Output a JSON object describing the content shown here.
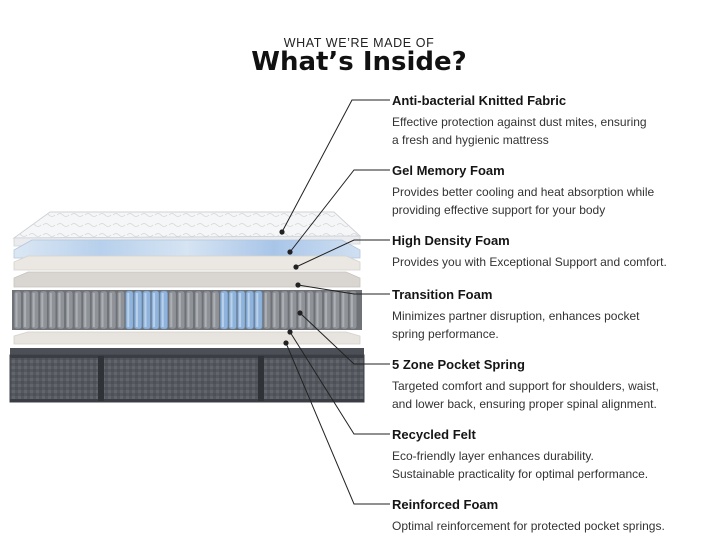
{
  "header": {
    "eyebrow": "WHAT WE’RE MADE OF",
    "title": "What’s Inside?"
  },
  "layers": [
    {
      "name": "Anti-bacterial Knitted Fabric",
      "desc": [
        "Effective protection against dust mites, ensuring",
        "a fresh and hygienic mattress"
      ]
    },
    {
      "name": "Gel Memory Foam",
      "desc": [
        "Provides better cooling and heat absorption while",
        "providing effective support for your body"
      ]
    },
    {
      "name": "High Density Foam",
      "desc": [
        "Provides you with Exceptional Support and comfort."
      ]
    },
    {
      "name": "Transition Foam",
      "desc": [
        "Minimizes partner disruption, enhances pocket",
        "spring performance."
      ]
    },
    {
      "name": "5 Zone Pocket Spring",
      "desc": [
        "Targeted comfort and support for shoulders, waist,",
        "and lower back, ensuring proper spinal alignment."
      ]
    },
    {
      "name": "Recycled Felt",
      "desc": [
        "Eco-friendly layer enhances durability.",
        "Sustainable practicality for optimal performance."
      ]
    },
    {
      "name": "Reinforced Foam",
      "desc": [
        "Optimal reinforcement for protected pocket springs."
      ]
    }
  ],
  "colors": {
    "fabric": "#f4f5f6",
    "gel": "#a9c8ea",
    "foam": "#ece9e4",
    "spring_grey": "#8f9398",
    "spring_blue": "#8fb3da",
    "base": "#5d6167",
    "leader": "#222222"
  }
}
